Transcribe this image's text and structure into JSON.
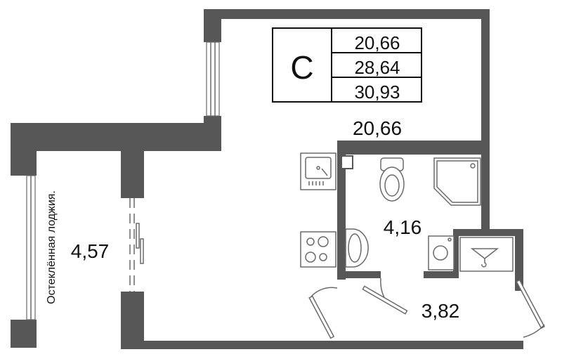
{
  "apartment_type": "C",
  "area_table": {
    "living_area": "20,66",
    "total_area": "28,64",
    "total_area_with_loggia": "30,93"
  },
  "rooms": {
    "main_room": "20,66",
    "loggia_area": "4,57",
    "loggia_label": "Остеклённая лоджия.",
    "bathroom": "4,16",
    "hallway": "3,82"
  },
  "colors": {
    "wall": "#575757",
    "fixture_stroke": "#6a6a6a"
  }
}
